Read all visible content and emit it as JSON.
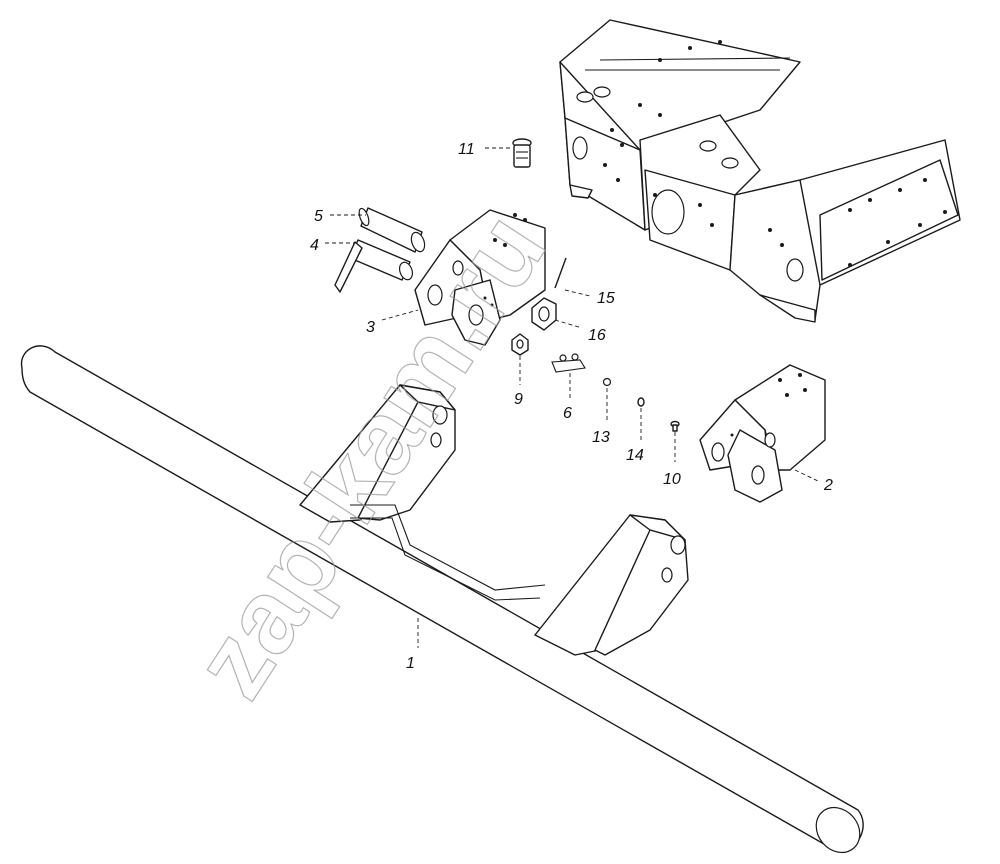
{
  "watermark": {
    "text": "zap-kam.ru"
  },
  "callouts": [
    {
      "id": "callout-1",
      "label": "1"
    },
    {
      "id": "callout-2",
      "label": "2"
    },
    {
      "id": "callout-3",
      "label": "3"
    },
    {
      "id": "callout-4",
      "label": "4"
    },
    {
      "id": "callout-5",
      "label": "5"
    },
    {
      "id": "callout-6",
      "label": "6"
    },
    {
      "id": "callout-9",
      "label": "9"
    },
    {
      "id": "callout-10",
      "label": "10"
    },
    {
      "id": "callout-11",
      "label": "11"
    },
    {
      "id": "callout-13",
      "label": "13"
    },
    {
      "id": "callout-14",
      "label": "14"
    },
    {
      "id": "callout-15",
      "label": "15"
    },
    {
      "id": "callout-16",
      "label": "16"
    }
  ],
  "colors": {
    "line": "#1a1a1a",
    "background": "#ffffff",
    "watermark": "#9a9a9a"
  }
}
